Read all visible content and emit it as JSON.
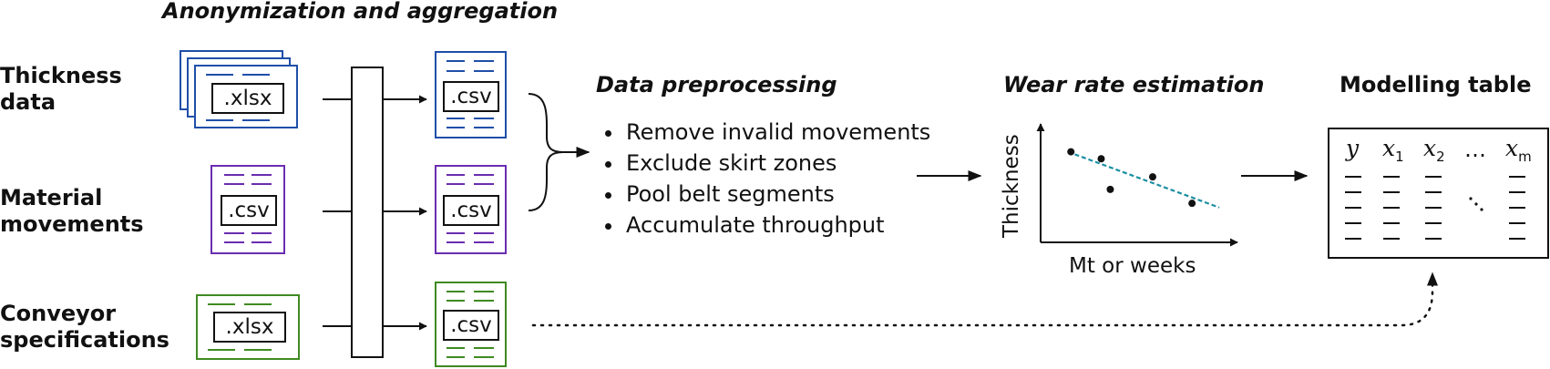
{
  "anonymization": {
    "title": "Anonymization and aggregation"
  },
  "sources": [
    {
      "label_line1": "Thickness",
      "label_line2": "data",
      "input_ext": ".xlsx",
      "output_ext": ".csv",
      "color": "#1f4fa8"
    },
    {
      "label_line1": "Material",
      "label_line2": "movements",
      "input_ext": ".csv",
      "output_ext": ".csv",
      "color": "#6a2db0"
    },
    {
      "label_line1": "Conveyor",
      "label_line2": "specifications",
      "input_ext": ".xlsx",
      "output_ext": ".csv",
      "color": "#3f8a22"
    }
  ],
  "preprocessing": {
    "title": "Data preprocessing",
    "steps": [
      "Remove invalid movements",
      "Exclude skirt zones",
      "Pool belt segments",
      "Accumulate throughput"
    ]
  },
  "wear": {
    "title": "Wear rate estimation",
    "ylabel": "Thickness",
    "xlabel": "Mt or weeks",
    "line_color": "#1b8fa3"
  },
  "modelling": {
    "title": "Modelling table",
    "columns": [
      "y",
      "x",
      "x",
      "…",
      "x"
    ],
    "subscripts": [
      "",
      "1",
      "2",
      "",
      "m"
    ]
  },
  "chart_data": {
    "type": "scatter",
    "x": [
      1,
      2,
      2.3,
      3.7,
      5
    ],
    "y": [
      9,
      8.5,
      6.3,
      7.2,
      5.3
    ],
    "trendline": {
      "from": [
        0.9,
        9.0
      ],
      "to": [
        5.9,
        5.0
      ]
    },
    "xlabel": "Mt or weeks",
    "ylabel": "Thickness",
    "xlim": [
      0,
      6.5
    ],
    "ylim": [
      2.5,
      11
    ],
    "grid": false
  }
}
